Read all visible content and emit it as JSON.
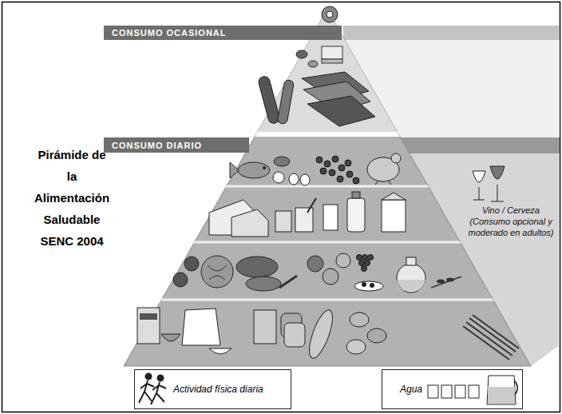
{
  "diagram": {
    "title": "Pirámide de la Alimentación Saludable SENC 2004",
    "nodes": [
      {
        "text": [
          "CONSUMO OCASIONAL"
        ]
      },
      {
        "text": [
          "CONSUMO DIARIO"
        ]
      },
      {
        "text": [
          "Actividad física diaria"
        ]
      },
      {
        "text": [
          "Agua"
        ]
      }
    ],
    "labels": [
      "Vino / Cerveza (Consumo opcional y moderado en adultos)"
    ]
  }
}
